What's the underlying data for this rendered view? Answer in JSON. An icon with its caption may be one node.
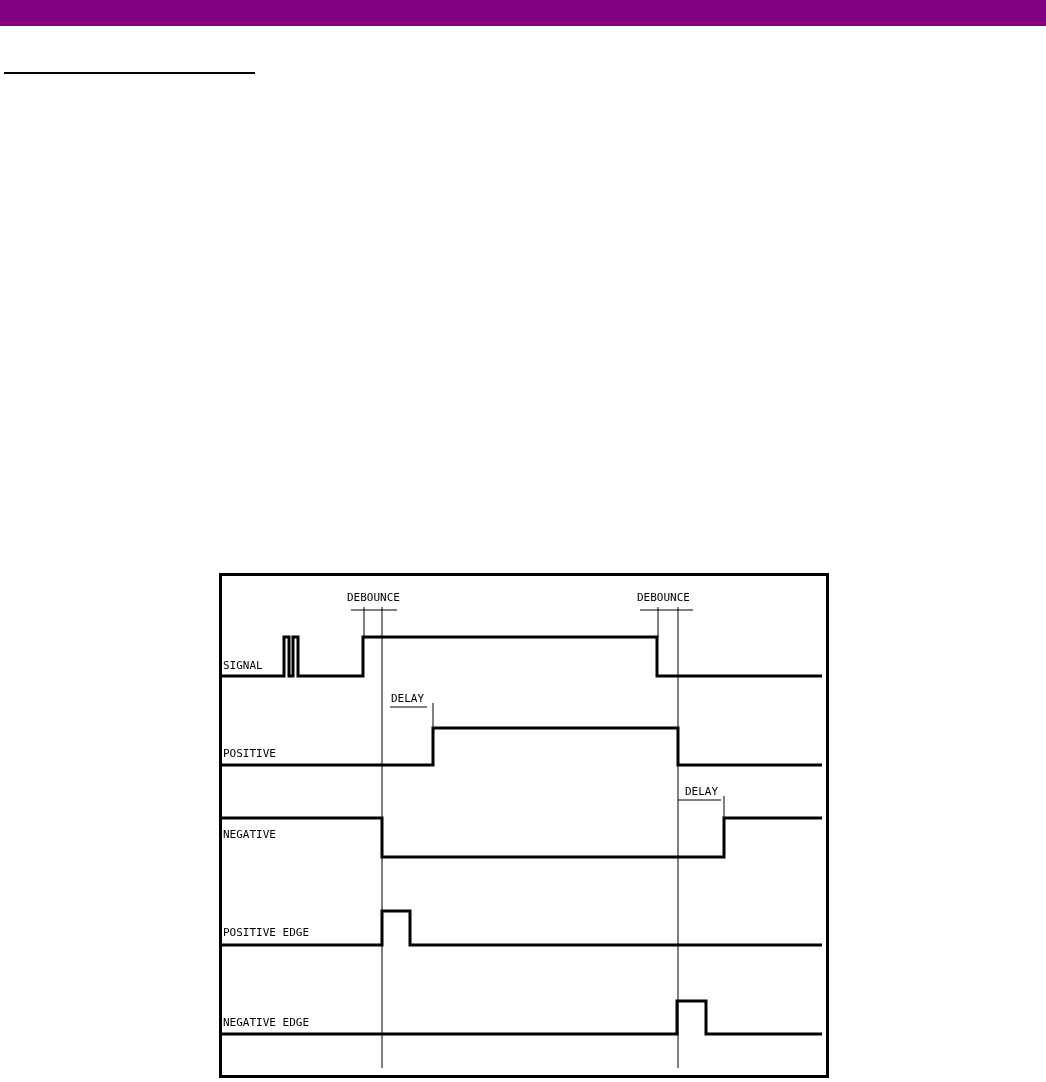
{
  "diagram": {
    "labels": [
      "DEBOUNCE",
      "DEBOUNCE",
      "SIGNAL",
      "DELAY",
      "POSITIVE",
      "DELAY",
      "NEGATIVE",
      "POSITIVE EDGE",
      "NEGATIVE EDGE"
    ]
  }
}
